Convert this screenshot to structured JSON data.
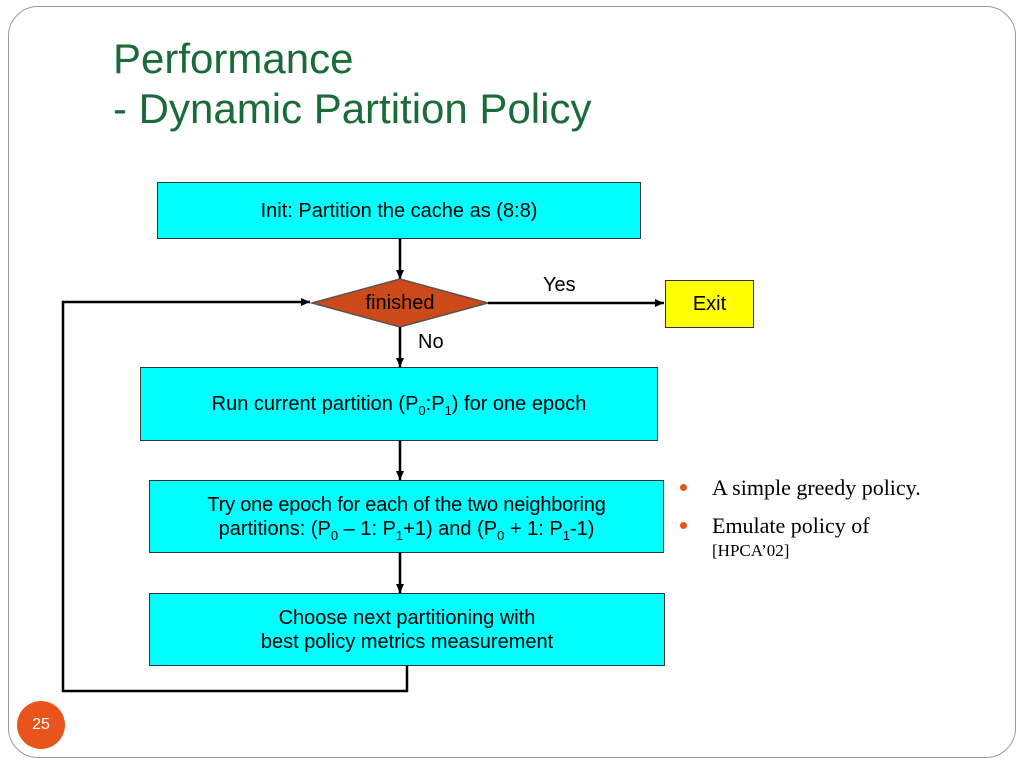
{
  "slide": {
    "title_line1": "Performance",
    "title_line2": "- Dynamic Partition Policy",
    "page_number": "25"
  },
  "flowchart": {
    "init_box": "Init: Partition the cache as (8:8)",
    "decision": "finished",
    "yes_label": "Yes",
    "no_label": "No",
    "exit_box": "Exit",
    "run_box": {
      "before": "Run current partition (P",
      "sub1": "0",
      "mid": ":P",
      "sub2": "1",
      "after": ") for one epoch"
    },
    "try_box": {
      "line1": "Try one epoch for each of the two neighboring",
      "l2_a": "partitions: (P",
      "l2_s1": "0",
      "l2_b": " – 1: P",
      "l2_s2": "1",
      "l2_c": "+1) and (P",
      "l2_s3": "0",
      "l2_d": " + 1: P",
      "l2_s4": "1",
      "l2_e": "-1)"
    },
    "choose_box": {
      "line1": "Choose next partitioning with",
      "line2": "best policy metrics measurement"
    }
  },
  "bullets": [
    {
      "text": "A simple greedy policy."
    },
    {
      "text": "Emulate policy of",
      "ref": "[HPCA’02]"
    }
  ],
  "colors": {
    "title": "#1a6b37",
    "process_box": "#00ffff",
    "exit_box": "#ffff00",
    "decision": "#cc4a1a",
    "bullet": "#e8541c"
  }
}
